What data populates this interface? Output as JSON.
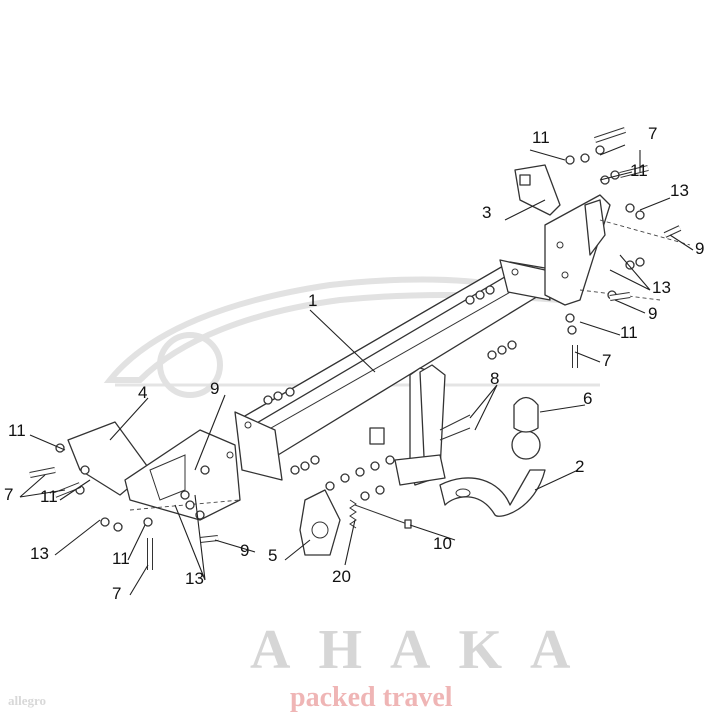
{
  "watermark": {
    "brand": "AHAKA",
    "tagline": "packed travel",
    "brand_color": "#cfcfcf",
    "tagline_color": "#f2c4c4"
  },
  "corner_watermark": "allegro",
  "callouts": [
    {
      "id": "c11a",
      "text": "11"
    },
    {
      "id": "c7a",
      "text": "7"
    },
    {
      "id": "c11b",
      "text": "11"
    },
    {
      "id": "c13a",
      "text": "13"
    },
    {
      "id": "c3",
      "text": "3"
    },
    {
      "id": "c9a",
      "text": "9"
    },
    {
      "id": "c13b",
      "text": "13"
    },
    {
      "id": "c9b",
      "text": "9"
    },
    {
      "id": "c11c",
      "text": "11"
    },
    {
      "id": "c7b",
      "text": "7"
    },
    {
      "id": "c1",
      "text": "1"
    },
    {
      "id": "c8",
      "text": "8"
    },
    {
      "id": "c6",
      "text": "6"
    },
    {
      "id": "c2",
      "text": "2"
    },
    {
      "id": "c10",
      "text": "10"
    },
    {
      "id": "c20",
      "text": "20"
    },
    {
      "id": "c5",
      "text": "5"
    },
    {
      "id": "c4",
      "text": "4"
    },
    {
      "id": "c9c",
      "text": "9"
    },
    {
      "id": "c11d",
      "text": "11"
    },
    {
      "id": "c7c",
      "text": "7"
    },
    {
      "id": "c11e",
      "text": "11"
    },
    {
      "id": "c13c",
      "text": "13"
    },
    {
      "id": "c11f",
      "text": "11"
    },
    {
      "id": "c7d",
      "text": "7"
    },
    {
      "id": "c13d",
      "text": "13"
    },
    {
      "id": "c9d",
      "text": "9"
    }
  ]
}
